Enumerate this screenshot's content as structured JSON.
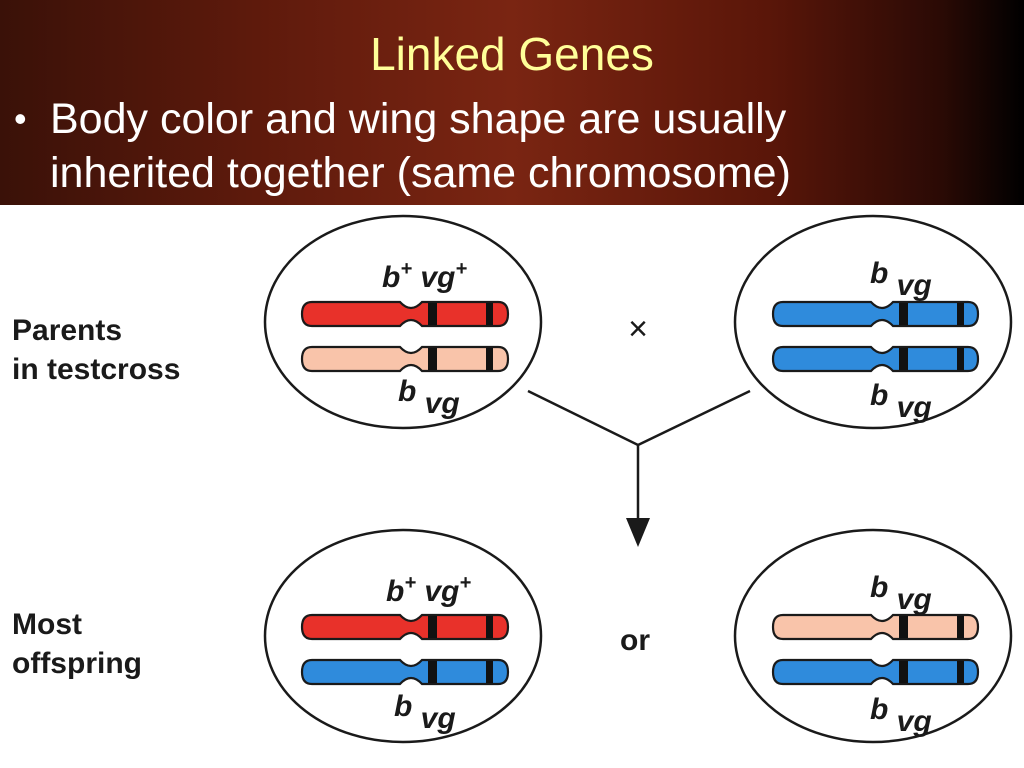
{
  "slide": {
    "title": "Linked Genes",
    "bullet": "Body color and wing shape are usually\ninherited together (same chromosome)",
    "bullet_symbol": "•"
  },
  "diagram": {
    "cross_symbol": "×",
    "or_text": "or",
    "rows": [
      {
        "label_line1": "Parents",
        "label_line2": "in testcross"
      },
      {
        "label_line1": "Most",
        "label_line2": "offspring"
      }
    ],
    "cells": [
      {
        "top": {
          "gene1": "b",
          "sup1": "+",
          "gene2": "vg",
          "sup2": "+"
        },
        "bottom": {
          "gene1": "b",
          "sup1": "",
          "gene2": "vg",
          "sup2": ""
        }
      },
      {
        "top": {
          "gene1": "b",
          "sup1": "",
          "gene2": "vg",
          "sup2": ""
        },
        "bottom": {
          "gene1": "b",
          "sup1": "",
          "gene2": "vg",
          "sup2": ""
        }
      },
      {
        "top": {
          "gene1": "b",
          "sup1": "+",
          "gene2": "vg",
          "sup2": "+"
        },
        "bottom": {
          "gene1": "b",
          "sup1": "",
          "gene2": "vg",
          "sup2": ""
        }
      },
      {
        "top": {
          "gene1": "b",
          "sup1": "",
          "gene2": "vg",
          "sup2": ""
        },
        "bottom": {
          "gene1": "b",
          "sup1": "",
          "gene2": "vg",
          "sup2": ""
        }
      }
    ],
    "colors": {
      "red": "#e8312a",
      "pink": "#f9c4aa",
      "blue": "#2f8bdc",
      "band": "#111111",
      "title": "#ffff99"
    }
  }
}
